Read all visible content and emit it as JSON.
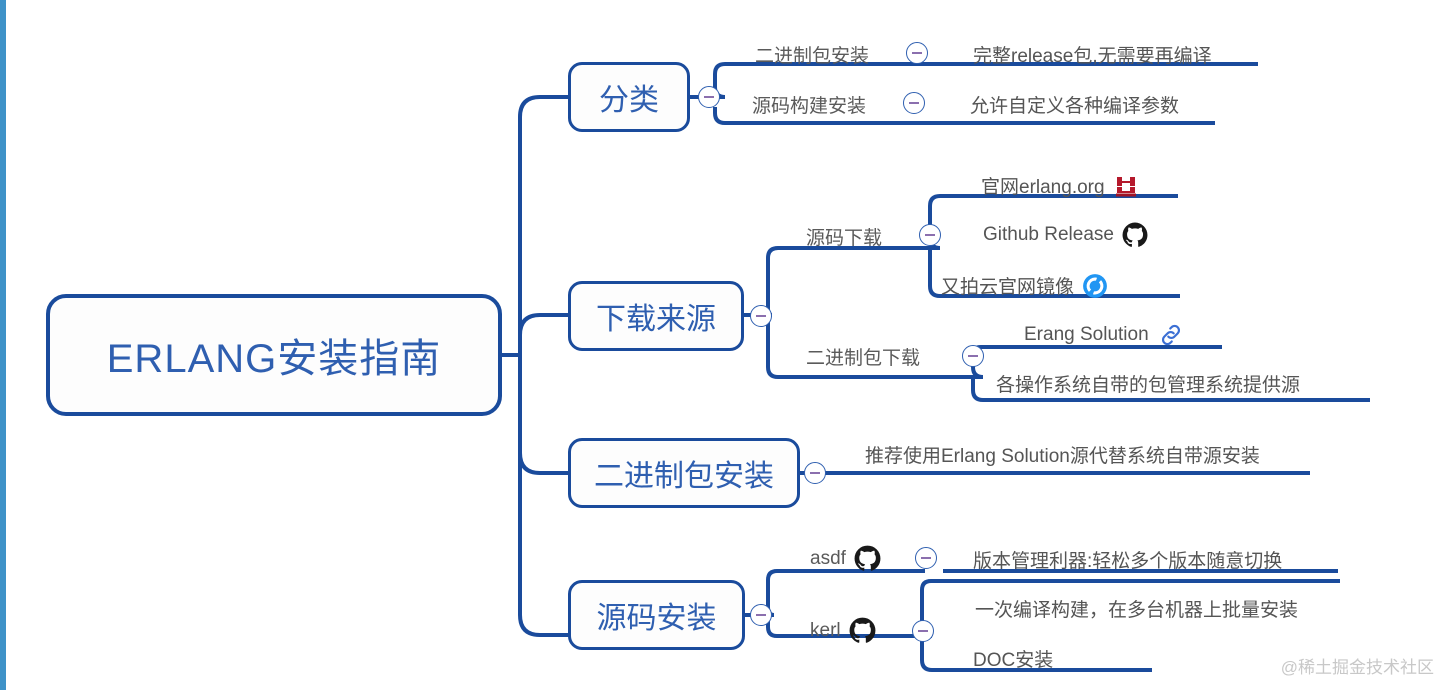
{
  "mindmap": {
    "root": {
      "label": "ERLANG安装指南"
    },
    "branches": [
      {
        "label": "分类",
        "children": [
          {
            "label": "二进制包安装",
            "children": [
              {
                "label": "完整release包,无需要再编译"
              }
            ]
          },
          {
            "label": "源码构建安装",
            "children": [
              {
                "label": "允许自定义各种编译参数"
              }
            ]
          }
        ]
      },
      {
        "label": "下载来源",
        "children": [
          {
            "label": "源码下载",
            "children": [
              {
                "label": "官网erlang.org",
                "icon": "erlang-logo-icon"
              },
              {
                "label": "Github Release",
                "icon": "github-icon"
              },
              {
                "label": "又拍云官网镜像",
                "icon": "upyun-icon"
              }
            ]
          },
          {
            "label": "二进制包下载",
            "children": [
              {
                "label": "Erang Solution",
                "icon": "link-icon"
              },
              {
                "label": "各操作系统自带的包管理系统提供源"
              }
            ]
          }
        ]
      },
      {
        "label": "二进制包安装",
        "children": [
          {
            "label": "推荐使用Erlang Solution源代替系统自带源安装"
          }
        ]
      },
      {
        "label": "源码安装",
        "children": [
          {
            "label": "asdf",
            "icon": "github-icon",
            "children": [
              {
                "label": "版本管理利器:轻松多个版本随意切换"
              }
            ]
          },
          {
            "label": "kerl",
            "icon": "github-icon",
            "children": [
              {
                "label": "一次编译构建，在多台机器上批量安装"
              },
              {
                "label": "DOC安装"
              }
            ]
          }
        ]
      }
    ]
  },
  "watermark": {
    "text": "@稀土掘金技术社区"
  },
  "colors": {
    "line": "#1a4b9c",
    "node_text": "#2f5fb0",
    "leaf_text": "#555555",
    "accent_bar": "#3e92c8",
    "toggle_minus": "#8b6fae",
    "watermark": "#c8c8c8"
  }
}
